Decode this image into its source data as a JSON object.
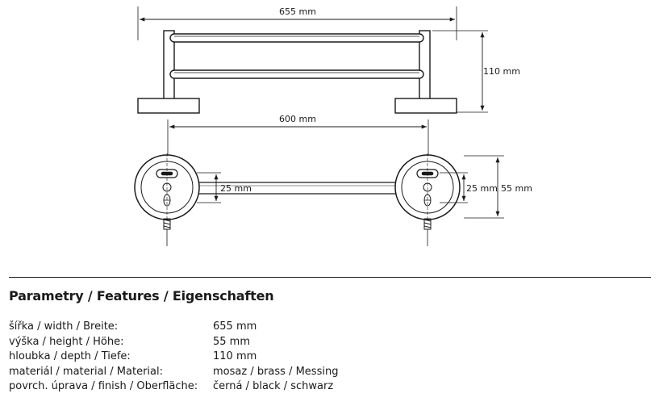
{
  "drawing": {
    "dim_width": "655 mm",
    "dim_height": "110 mm",
    "dim_mount": "600 mm",
    "dim_tube_left": "25 mm",
    "dim_tube_right": "25 mm",
    "dim_rosette": "55 mm"
  },
  "features": {
    "title": "Parametry / Features / Eigenschaften",
    "rows": [
      {
        "label": "šířka / width / Breite:",
        "value": "655 mm"
      },
      {
        "label": "výška / height / Höhe:",
        "value": "55 mm"
      },
      {
        "label": "hloubka / depth / Tiefe:",
        "value": "110 mm"
      },
      {
        "label": "materiál / material / Material:",
        "value": "mosaz / brass / Messing"
      },
      {
        "label": "povrch. úprava / finish / Oberfläche:",
        "value": "černá / black / schwarz"
      }
    ]
  }
}
